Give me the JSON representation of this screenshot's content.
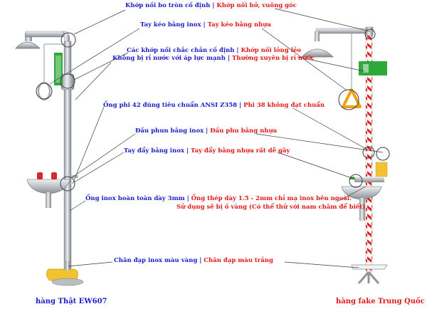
{
  "labels": [
    {
      "real": "Khớp nối bo tròn cố định",
      "fake": "Khớp nối hở, vuông góc"
    },
    {
      "real": "Tay kéo bằng inox",
      "fake": "Tay kéo bằng nhựa"
    },
    {
      "real": "Các khớp nối chắc chắn cố định",
      "fake": "Khớp nối lỏng lẻo"
    },
    {
      "real": "Không bị rỉ nước với áp lực mạnh",
      "fake": "Thường xuyên bị rỉ nước"
    },
    {
      "real": "Ống phi 42 đúng tiêu chuẩn ANSI Z358",
      "fake": "Phi 38 không đạt chuẩn"
    },
    {
      "real": "Đầu phun bằng inox",
      "fake": "Đầu phu bằng nhựa"
    },
    {
      "real": "Tay đẩy bằng inox",
      "fake": "Tay đẩy bằng nhựa rất dễ gãy"
    },
    {
      "real": "Ống inox hoàn toàn dày 3mm",
      "fake": "Ống thép dày 1.5 - 2mm chỉ mạ inox bên ngoài."
    },
    {
      "real": "",
      "fake": "Sử dụng sẽ bị ố vàng (Có thể thử với nam châm để biết)"
    },
    {
      "real": "Chân đạp inox màu vàng",
      "fake": "Chân đạp màu trắng"
    }
  ],
  "separator": "|",
  "footer": {
    "real": "hàng Thật EW607",
    "fake": "hàng fake Trung Quốc"
  },
  "colors": {
    "real_text": "#1c1cc8",
    "fake_text": "#e01818",
    "pole_stripe": "#e02020",
    "steel": "#c8ccd0",
    "pedal_yellow": "#f2c230",
    "pull_orange": "#f0a010",
    "sign_green": "#2fa83a"
  }
}
